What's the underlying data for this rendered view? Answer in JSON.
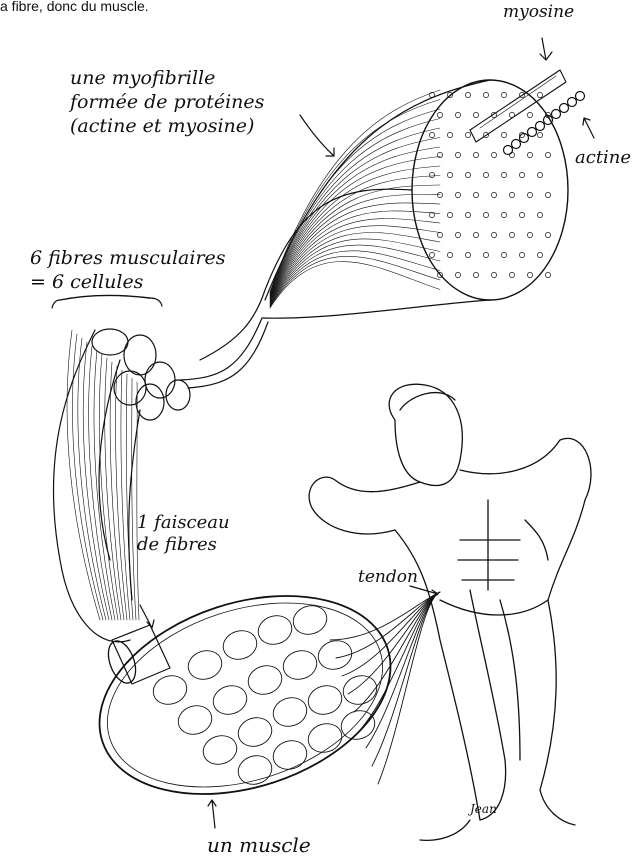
{
  "caption": "a fibre, donc du muscle.",
  "labels": {
    "myofibrille": "une myofibrille\nformée de protéines\n(actine et myosine)",
    "myosine": "myosine",
    "actine": "actine",
    "fibres": "6 fibres musculaires\n= 6 cellules",
    "faisceau": "1 faisceau\nde fibres",
    "tendon": "tendon",
    "muscle": "un muscle",
    "signature": "Jean"
  },
  "colors": {
    "ink": "#111111",
    "paper": "#ffffff"
  }
}
